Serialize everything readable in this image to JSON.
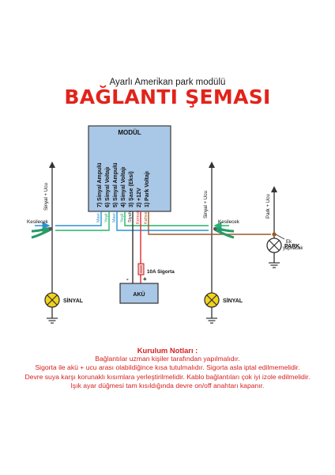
{
  "header": {
    "subtitle": "Ayarlı Amerikan park modülü",
    "title": "BAĞLANTI ŞEMASI"
  },
  "module": {
    "label": "MODÜL",
    "pins": [
      "7) Sinyal Ampulü",
      "6) Sinyal Voltajı",
      "5) Sinyal Ampulü",
      "4) Sinyal Voltajı",
      "3) Şase (Eksi)",
      "2) +12V",
      "1) Park Voltajı"
    ]
  },
  "wire_labels": [
    "Mavi",
    "Yeşil",
    "Mavi",
    "Yeşil",
    "Siyah",
    "Kırmızı",
    "Kahve"
  ],
  "left_signal": {
    "wire_label": "Sinyal + Ucu",
    "cut_label": "Kesilecek",
    "lamp_label": "SİNYAL"
  },
  "right_signal": {
    "wire_label": "Sinyal + Ucu",
    "cut_label": "Kesilecek",
    "lamp_label": "SİNYAL"
  },
  "park": {
    "wire_label": "Park + Ucu",
    "join_label_1": "Ek",
    "join_label_2": "yapılacak",
    "lamp_label": "PARK"
  },
  "power": {
    "fuse_label": "10A Sigorta",
    "battery_label": "AKÜ",
    "minus": "-",
    "plus": "+"
  },
  "colors": {
    "title": "#e2231a",
    "module": "#a9c7e6",
    "blue_wire": "#2c8fd6",
    "green_wire": "#27b36a",
    "red_wire": "#e3262b",
    "brown_wire": "#9c5a2c",
    "lamp": "#f2d21b"
  },
  "notes": {
    "title": "Kurulum Notları :",
    "lines": [
      "Bağlantılar uzman kişiler tarafından yapılmalıdır.",
      "Sigorta ile akü + ucu arası olabildiğince kısa tutulmalıdır. Sigorta asla iptal edilmemelidir.",
      "Devre suya karşı korunaklı kısımlara yerleştirilmelidir. Kablo bağlantıları çok iyi izole edilmelidir.",
      "Işık ayar düğmesi tam kısıldığında devre on/off anahtarı kapanır."
    ]
  }
}
